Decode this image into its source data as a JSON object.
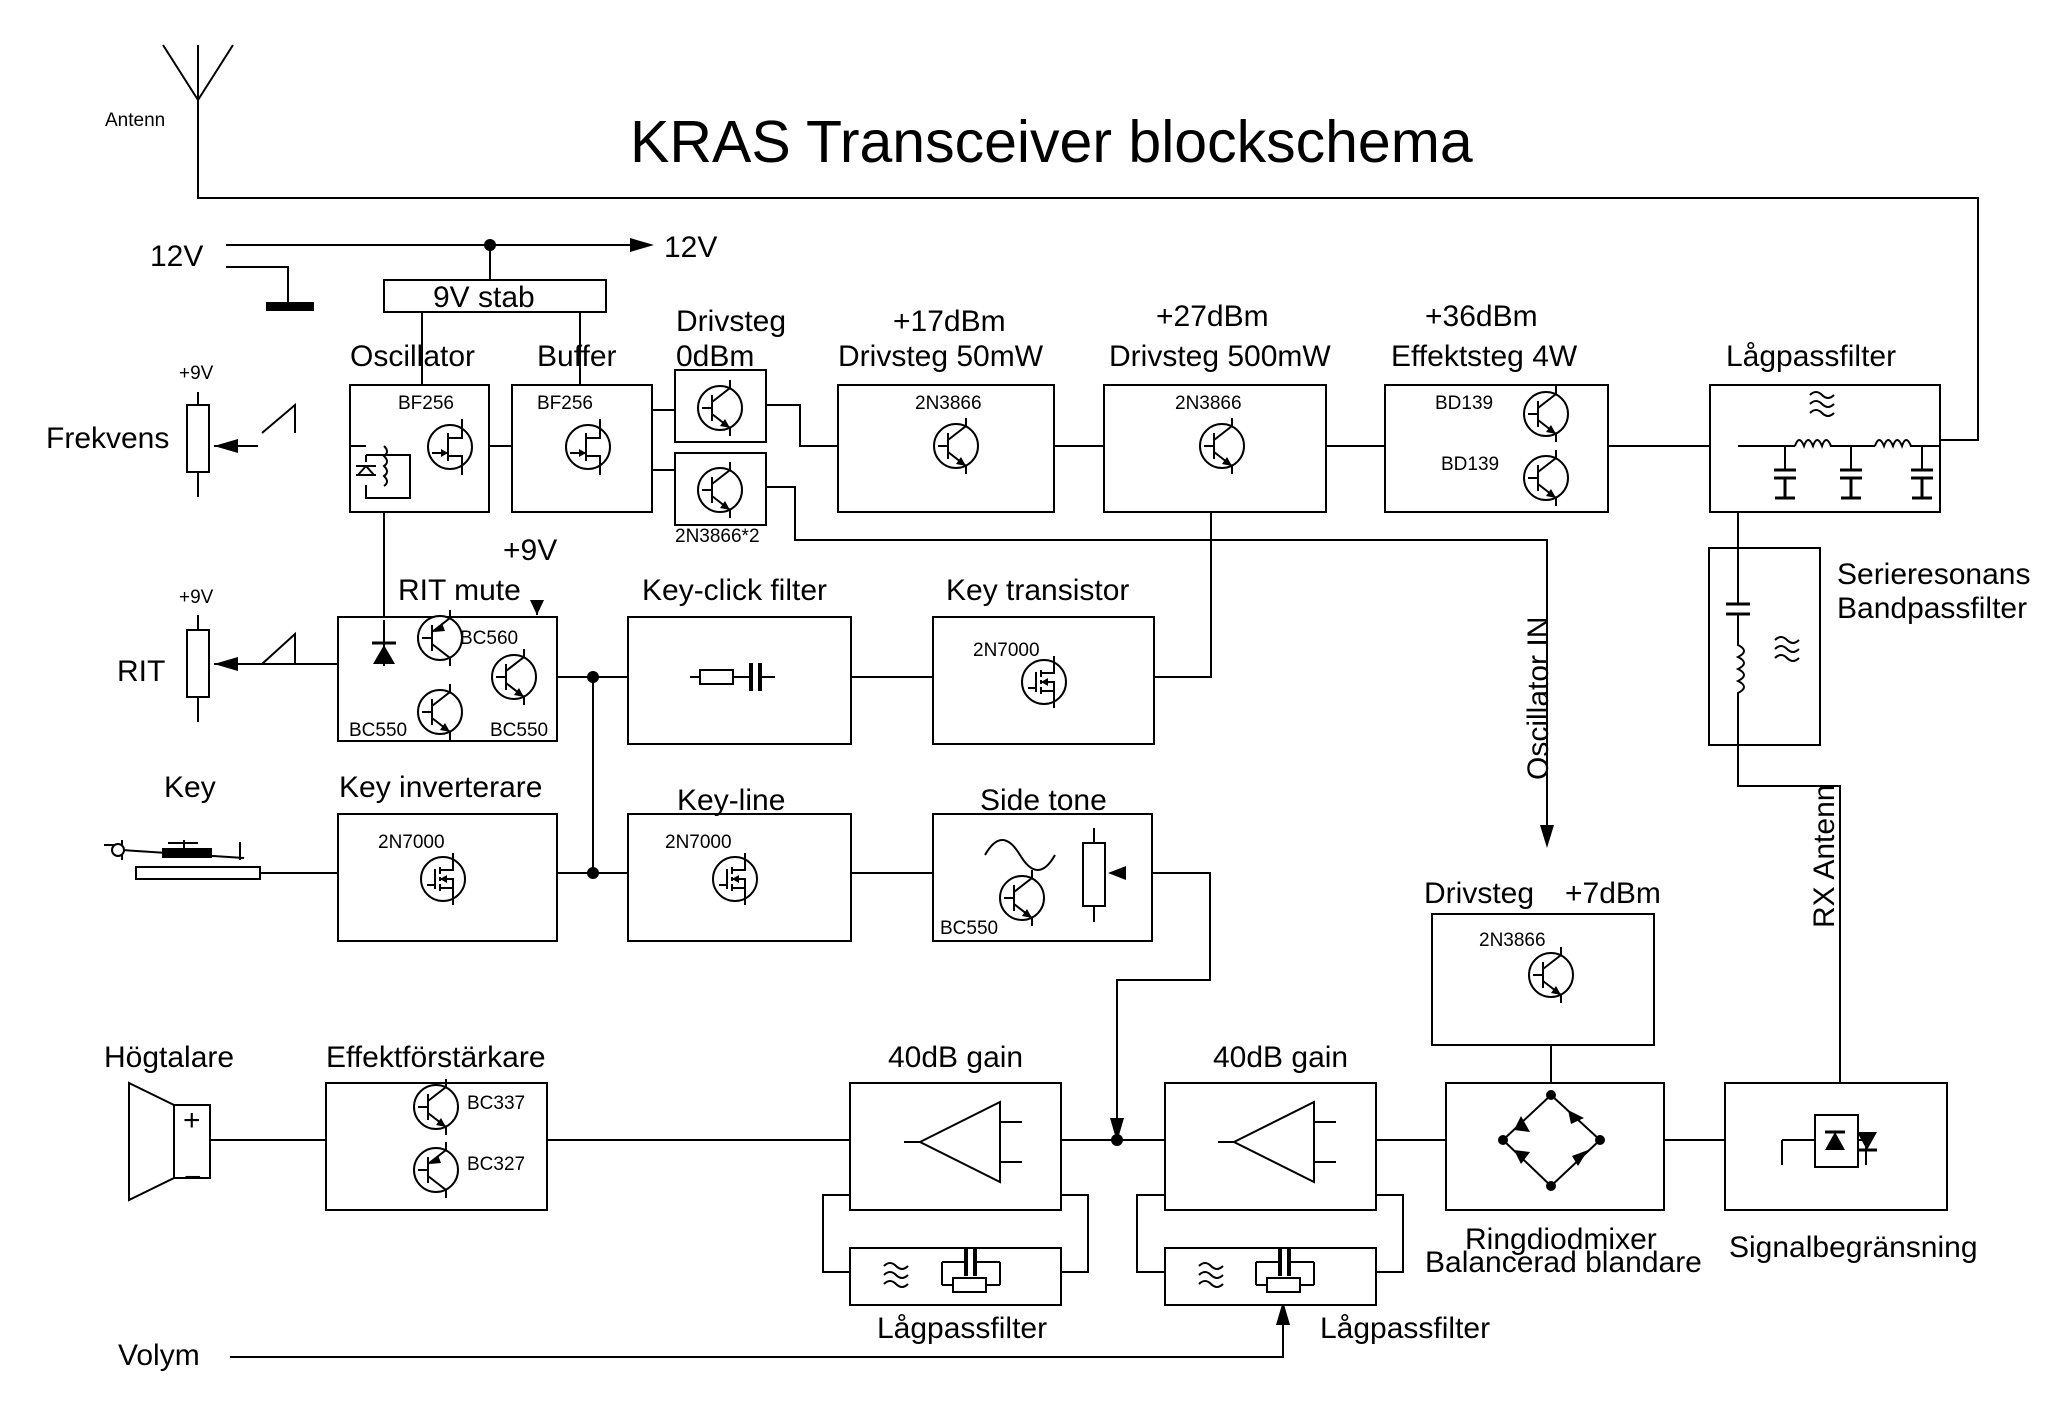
{
  "title": "KRAS Transceiver blockschema",
  "labels": {
    "antenn": "Antenn",
    "supply_left": "12V",
    "supply_right": "12V",
    "stab": "9V stab",
    "oscillator": "Oscillator",
    "buffer": "Buffer",
    "drivsteg0_a": "Drivsteg",
    "drivsteg0_b": "0dBm",
    "pwr17": "+17dBm",
    "drivsteg50": "Drivsteg 50mW",
    "pwr27": "+27dBm",
    "drivsteg500": "Drivsteg 500mW",
    "pwr36": "+36dBm",
    "effektsteg": "Effektsteg 4W",
    "lagpass_top": "Lågpassfilter",
    "frekvens": "Frekvens",
    "plus9_a": "+9V",
    "plus9_b": "+9V",
    "plus9_c": "+9V",
    "rit": "RIT",
    "rit_mute": "RIT mute",
    "keyclick": "Key-click filter",
    "keytransistor": "Key transistor",
    "serie_a": "Serieresonans",
    "serie_b": "Bandpassfilter",
    "oscillator_in": "Oscillator IN",
    "key": "Key",
    "keyinv": "Key inverterare",
    "keyline": "Key-line",
    "sidetone": "Side tone",
    "rx_antenn": "RX Antenn",
    "drivsteg7_a": "Drivsteg",
    "drivsteg7_b": "+7dBm",
    "hogtalare": "Högtalare",
    "effektforst": "Effektförstärkare",
    "gain40_a": "40dB gain",
    "gain40_b": "40dB gain",
    "ringdiod_a": "Ringdiodmixer",
    "ringdiod_b": "Balancerad blandare",
    "signalbegr": "Signalbegränsning",
    "lagpass_b1": "Lågpassfilter",
    "lagpass_b2": "Lågpassfilter",
    "volym": "Volym",
    "plus": "+",
    "minus": "−"
  },
  "parts": {
    "bf256_osc": "BF256",
    "bf256_buf": "BF256",
    "dual_2n3866": "2N3866*2",
    "n3866_50": "2N3866",
    "n3866_500": "2N3866",
    "bd139_a": "BD139",
    "bd139_b": "BD139",
    "bc560": "BC560",
    "bc550_a": "BC550",
    "bc550_b": "BC550",
    "n7000_kt": "2N7000",
    "n7000_ki": "2N7000",
    "n7000_kl": "2N7000",
    "bc550_st": "BC550",
    "n3866_7": "2N3866",
    "bc337": "BC337",
    "bc327": "BC327"
  }
}
